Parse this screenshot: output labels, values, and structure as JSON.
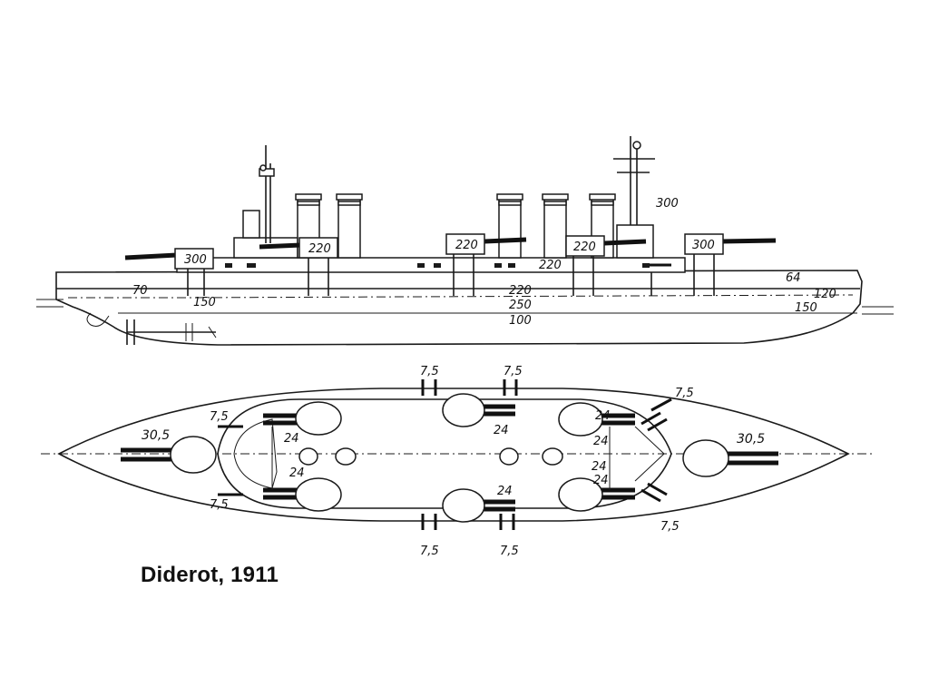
{
  "caption": "Diderot, 1911",
  "profile_labels": {
    "main_turret_fore": "300",
    "main_turret_aft": "300",
    "mast_aft": "300",
    "secondary_turret_1": "220",
    "secondary_turret_2": "220",
    "secondary_turret_3": "220",
    "casemate": "220",
    "belt_upper": "220",
    "belt_main": "250",
    "belt_lower": "100",
    "bow_belt": "70",
    "bow_belt_low": "150",
    "stern_upper": "64",
    "stern_mid": "120",
    "stern_low": "150"
  },
  "plan_labels": {
    "main_gun_fore": "30,5",
    "main_gun_aft": "30,5",
    "sec_fwd_port": "24",
    "sec_fwd_stbd": "24",
    "sec_mid_port": "24",
    "sec_mid_stbd": "24",
    "sec_aft_port": "24",
    "sec_aft_stbd": "24",
    "sec_small_1": "24",
    "sec_small_2": "24",
    "tert_top_1": "7,5",
    "tert_top_2": "7,5",
    "tert_top_3": "7,5",
    "tert_fwd_top": "7,5",
    "tert_fwd_bot": "7,5",
    "tert_bot_1": "7,5",
    "tert_bot_2": "7,5",
    "tert_aft_bot": "7,5"
  }
}
